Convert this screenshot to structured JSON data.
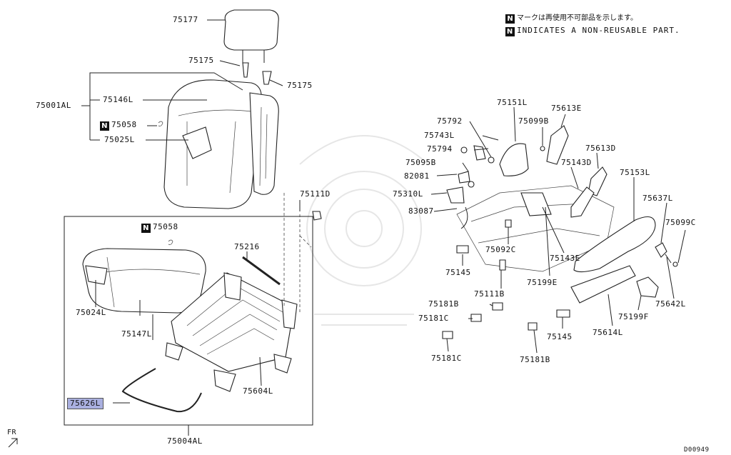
{
  "notes": {
    "non_reusable_jp": "マークは再使用不可部品を示します。",
    "non_reusable_en": "INDICATES A NON-REUSABLE PART.",
    "n_mark": "N"
  },
  "labels": {
    "p75177": "75177",
    "p75175a": "75175",
    "p75175b": "75175",
    "p75001AL": "75001AL",
    "p75146L": "75146L",
    "p75058a": "75058",
    "p75025L": "75025L",
    "p75111D": "75111D",
    "p75058b": "75058",
    "p75216": "75216",
    "p75024L": "75024L",
    "p75147L": "75147L",
    "p75604L": "75604L",
    "p75626L": "75626L",
    "p75004AL": "75004AL",
    "p75792": "75792",
    "p75743L": "75743L",
    "p75794": "75794",
    "p75095B": "75095B",
    "p82081": "82081",
    "p75310L": "75310L",
    "p83087": "83087",
    "p75151L": "75151L",
    "p75099B": "75099B",
    "p75613E": "75613E",
    "p75613D": "75613D",
    "p75143D": "75143D",
    "p75153L": "75153L",
    "p75637L": "75637L",
    "p75099C": "75099C",
    "p75092C": "75092C",
    "p75145a": "75145",
    "p75143E": "75143E",
    "p75199E": "75199E",
    "p75111B": "75111B",
    "p75181Ba": "75181B",
    "p75181Ca": "75181C",
    "p75181Cb": "75181C",
    "p75181Bb": "75181B",
    "p75145b": "75145",
    "p75614L": "75614L",
    "p75199F": "75199F",
    "p75642L": "75642L"
  },
  "corner": {
    "fr": "FR",
    "diagram_id": "D00949"
  }
}
